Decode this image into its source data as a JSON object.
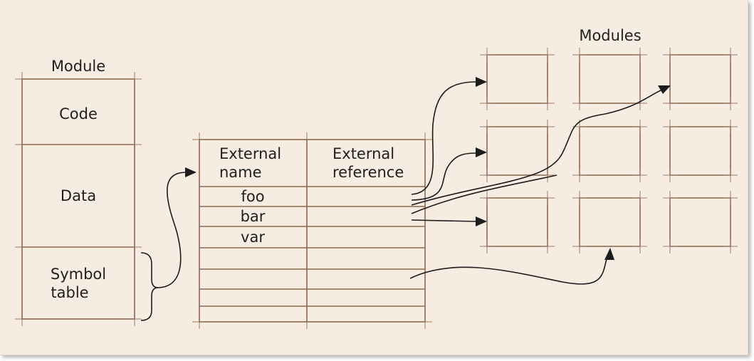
{
  "module": {
    "title": "Module",
    "sections": [
      {
        "label_lines": [
          "Code"
        ]
      },
      {
        "label_lines": [
          "Data"
        ]
      },
      {
        "label_lines": [
          "Symbol",
          "table"
        ]
      }
    ]
  },
  "symbol_table": {
    "headers": {
      "name_lines": [
        "External",
        "name"
      ],
      "reference_lines": [
        "External",
        "reference"
      ]
    },
    "rows": [
      "foo",
      "bar",
      "var",
      "",
      "",
      "",
      ""
    ]
  },
  "modules": {
    "title": "Modules",
    "grid": {
      "rows": 3,
      "cols": 3
    }
  },
  "colors": {
    "paper": "#f7ece1",
    "outline": "#8e6850",
    "arrow": "#1c1c1c"
  }
}
